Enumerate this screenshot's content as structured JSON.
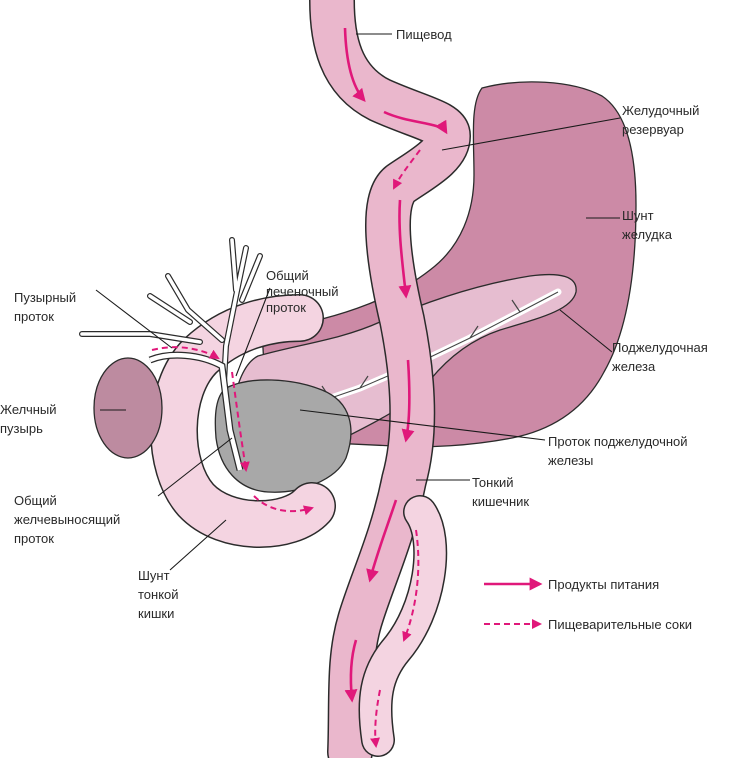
{
  "labels": {
    "esophagus": "Пищевод",
    "gastric_pouch": [
      "Желудочный",
      "резервуар"
    ],
    "stomach_shunt": [
      "Шунт",
      "желудка"
    ],
    "common_hepatic_duct": [
      "Общий",
      "печеночный",
      "проток"
    ],
    "cystic_duct": [
      "Пузырный",
      "проток"
    ],
    "pancreas": [
      "Поджелудочная",
      "железа"
    ],
    "gallbladder": [
      "Желчный",
      "пузырь"
    ],
    "pancreatic_duct": [
      "Проток поджелудочной",
      "железы"
    ],
    "small_intestine": [
      "Тонкий",
      "кишечник"
    ],
    "common_bile_duct": [
      "Общий",
      "желчевыносящий",
      "проток"
    ],
    "intestine_shunt": [
      "Шунт",
      "тонкой",
      "кишки"
    ]
  },
  "legend": {
    "food": "Продукты питания",
    "juices": "Пищеварительные соки"
  },
  "colors": {
    "stomach": "#cc8aa6",
    "tube": "#eab7cc",
    "tube_light": "#f4d4e1",
    "pancreas": "#e6bdd0",
    "liver_gray": "#a8a8a8",
    "gallbladder": "#bd8ba0",
    "arrow": "#e0187a"
  }
}
